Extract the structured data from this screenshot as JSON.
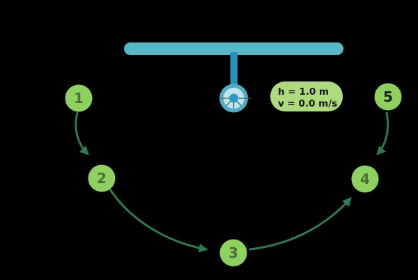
{
  "colors": {
    "background": "#000000",
    "support_bar": "#55B7C7",
    "rod": "#2B8FBC",
    "pivot_ring": "#4DAEC5",
    "pivot_inner": "#C4E3EA",
    "pivot_hub": "#2F97C3",
    "pivot_spokes": "#3A6272",
    "marker_green": "#8FD15F",
    "label_bg": "#ACDA7D",
    "label_text": "#151515",
    "arrow_green": "#2C7C50"
  },
  "state_label": {
    "height": "h = 1.0 m",
    "velocity": "v = 0.0 m/s"
  },
  "positions": [
    {
      "label": "1",
      "color": "#4C6E39"
    },
    {
      "label": "2",
      "color": "#4C6E39"
    },
    {
      "label": "3",
      "color": "#4C6E39"
    },
    {
      "label": "4",
      "color": "#4C6E39"
    },
    {
      "label": "5",
      "color": "#1C1C1C"
    }
  ]
}
